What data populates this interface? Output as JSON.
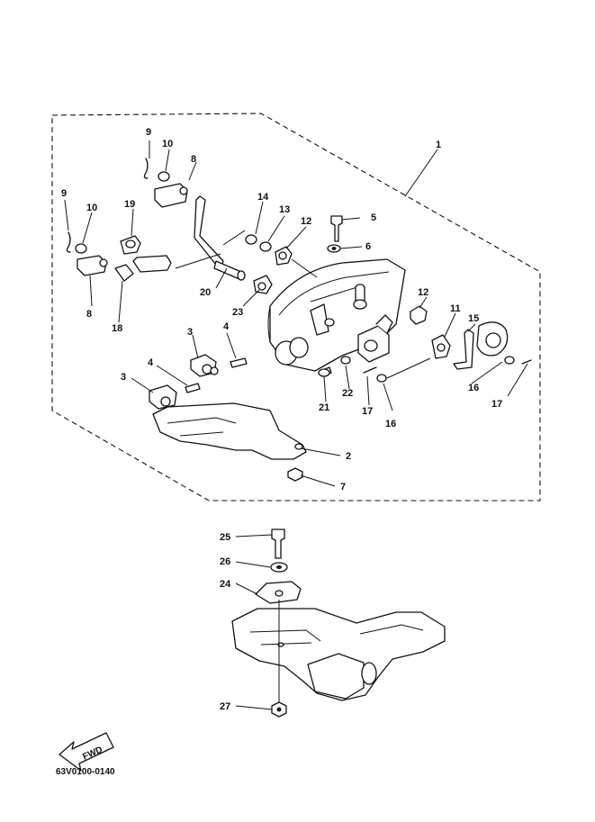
{
  "diagram_code": "63V0100-0140",
  "fwd_arrow_text": "FWD",
  "part_numbers": [
    "1",
    "2",
    "3",
    "3",
    "4",
    "4",
    "5",
    "6",
    "7",
    "8",
    "8",
    "9",
    "9",
    "10",
    "10",
    "11",
    "12",
    "12",
    "13",
    "14",
    "15",
    "16",
    "16",
    "17",
    "17",
    "18",
    "19",
    "20",
    "21",
    "22",
    "23",
    "24",
    "25",
    "26",
    "27"
  ]
}
